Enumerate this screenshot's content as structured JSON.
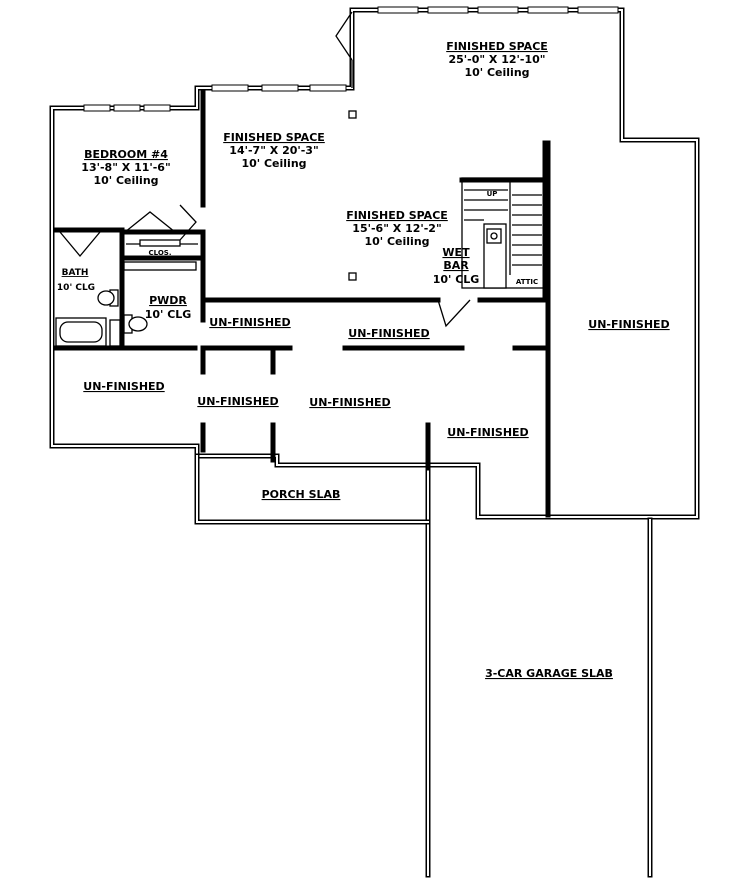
{
  "rooms": {
    "finished_space_1": {
      "name": "FINISHED SPACE",
      "size": "25'-0\" X 12'-10\"",
      "ceiling": "10' Ceiling"
    },
    "finished_space_2": {
      "name": "FINISHED SPACE",
      "size": "14'-7\" X 20'-3\"",
      "ceiling": "10' Ceiling"
    },
    "finished_space_3": {
      "name": "FINISHED SPACE",
      "size": "15'-6\" X 12'-2\"",
      "ceiling": "10' Ceiling"
    },
    "bedroom_4": {
      "name": "BEDROOM #4",
      "size": "13'-8\" X 11'-6\"",
      "ceiling": "10' Ceiling"
    },
    "bath": {
      "name": "BATH",
      "ceiling": "10' CLG"
    },
    "pwdr": {
      "name": "PWDR",
      "ceiling": "10' CLG"
    },
    "wet_bar": {
      "name_line1": "WET",
      "name_line2": "BAR",
      "ceiling": "10' CLG"
    },
    "clos": {
      "name": "CLOS."
    },
    "attic": {
      "name": "ATTIC"
    },
    "up": {
      "name": "UP"
    }
  },
  "unfinished": {
    "label_1": "UN-FINISHED",
    "label_2": "UN-FINISHED",
    "label_3": "UN-FINISHED",
    "label_4": "UN-FINISHED",
    "label_5": "UN-FINISHED",
    "label_6": "UN-FINISHED",
    "label_7": "UN-FINISHED"
  },
  "slabs": {
    "porch": "PORCH SLAB",
    "garage": "3-CAR GARAGE SLAB"
  }
}
